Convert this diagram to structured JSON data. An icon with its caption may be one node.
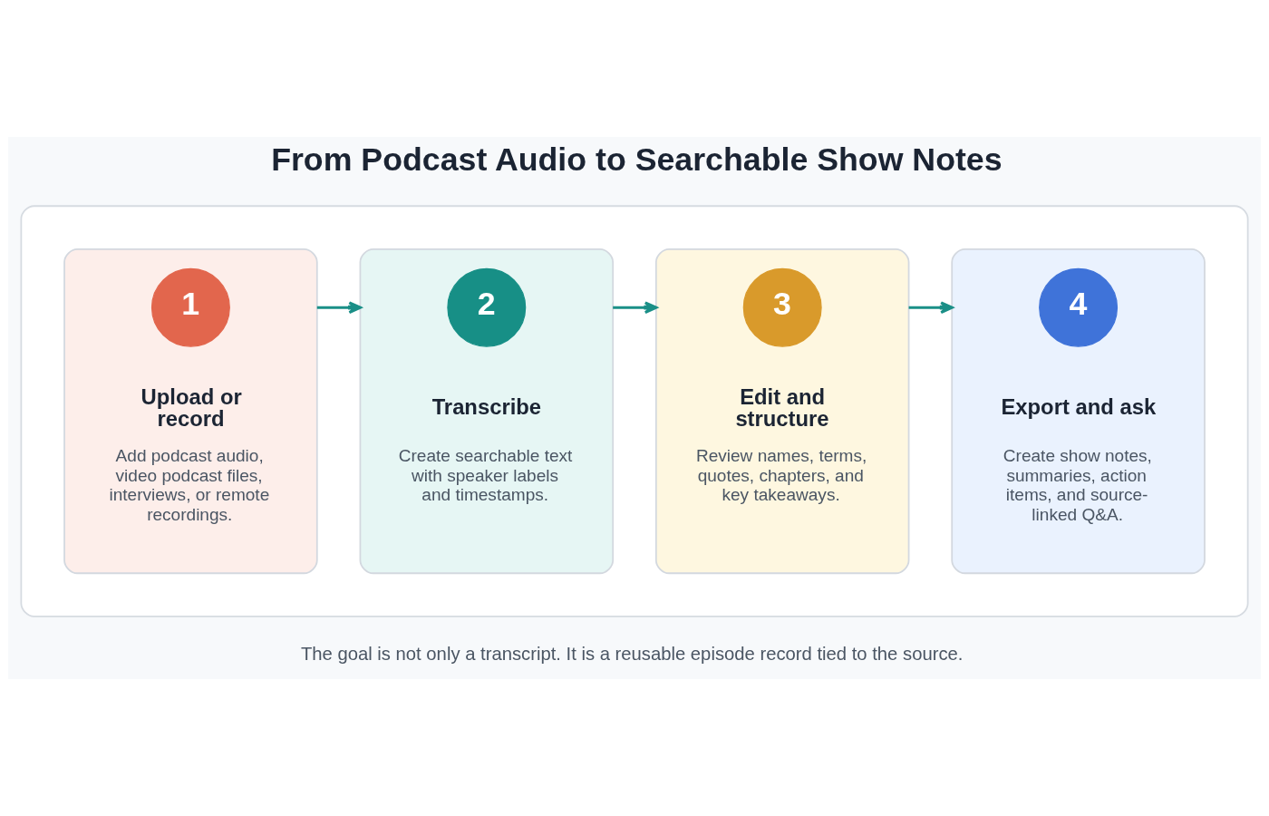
{
  "diagram": {
    "title": "From Podcast Audio to Searchable Show Notes",
    "caption": "The goal is not only a transcript. It is a reusable episode record tied to the source.",
    "nodes": [
      {
        "text": [],
        "shape": "box"
      },
      {
        "text": [
          "Upload or record",
          "Add podcast audio, video podcast files, interviews, or remote recordings."
        ],
        "in": 0
      },
      {
        "text": [
          "1"
        ],
        "in": 1
      },
      {
        "text": [
          "Transcribe",
          "Create searchable text with speaker labels and timestamps."
        ],
        "in": 0
      },
      {
        "text": [
          "2"
        ],
        "in": 3
      },
      {
        "text": [
          "Edit and structure",
          "Review names, terms, quotes, chapters, and key takeaways."
        ],
        "in": 0
      },
      {
        "text": [
          "3"
        ],
        "in": 5
      },
      {
        "text": [
          "Export and ask",
          "Create show notes, summaries, action items, and source-linked Q&A."
        ],
        "in": 0
      },
      {
        "text": [
          "4"
        ],
        "in": 7
      }
    ],
    "edges": [
      {
        "from": 1,
        "to": 3,
        "arrow": "to"
      },
      {
        "from": 3,
        "to": 5,
        "arrow": "to"
      },
      {
        "from": 5,
        "to": 7,
        "arrow": "to"
      }
    ]
  }
}
